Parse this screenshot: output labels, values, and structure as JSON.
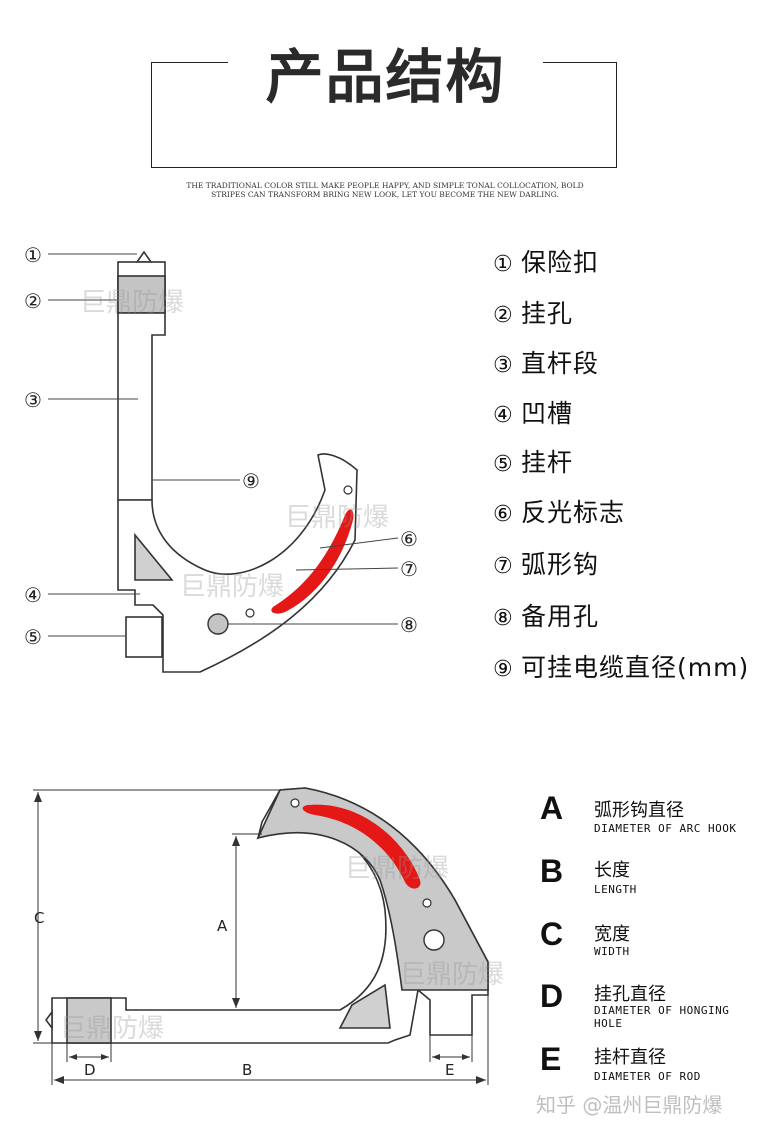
{
  "header": {
    "title": "产品结构",
    "tagline_line1": "THE TRADITIONAL COLOR STILL MAKE PEOPLE HAPPY, AND SIMPLE TONAL COLLOCATION, BOLD",
    "tagline_line2": "STRIPES CAN TRANSFORM BRING NEW LOOK, LET YOU BECOME THE NEW DARLING."
  },
  "parts_callouts": [
    "①",
    "②",
    "③",
    "④",
    "⑤",
    "⑥",
    "⑦",
    "⑧",
    "⑨"
  ],
  "parts_legend": [
    {
      "num": "①",
      "label": "保险扣"
    },
    {
      "num": "②",
      "label": "挂孔"
    },
    {
      "num": "③",
      "label": "直杆段"
    },
    {
      "num": "④",
      "label": "凹槽"
    },
    {
      "num": "⑤",
      "label": "挂杆"
    },
    {
      "num": "⑥",
      "label": "反光标志"
    },
    {
      "num": "⑦",
      "label": "弧形钩"
    },
    {
      "num": "⑧",
      "label": "备用孔"
    },
    {
      "num": "⑨",
      "label": "可挂电缆直径(mm)"
    }
  ],
  "dimension_labels": {
    "A": "A",
    "B": "B",
    "C": "C",
    "D": "D",
    "E": "E"
  },
  "dimension_legend": [
    {
      "letter": "A",
      "cn": "弧形钩直径",
      "en": "DIAMETER OF ARC HOOK"
    },
    {
      "letter": "B",
      "cn": "长度",
      "en": "LENGTH"
    },
    {
      "letter": "C",
      "cn": "宽度",
      "en": "WIDTH"
    },
    {
      "letter": "D",
      "cn": "挂孔直径",
      "en": "DIAMETER OF HONGING HOLE"
    },
    {
      "letter": "E",
      "cn": "挂杆直径",
      "en": "DIAMETER OF ROD"
    }
  ],
  "watermark": "巨鼎防爆",
  "footer_watermark": "知乎 @温州巨鼎防爆",
  "colors": {
    "reflector": "#e51818",
    "body_fill": "#ffffff",
    "body_gray": "#c9c9c9",
    "outline": "#333333"
  }
}
